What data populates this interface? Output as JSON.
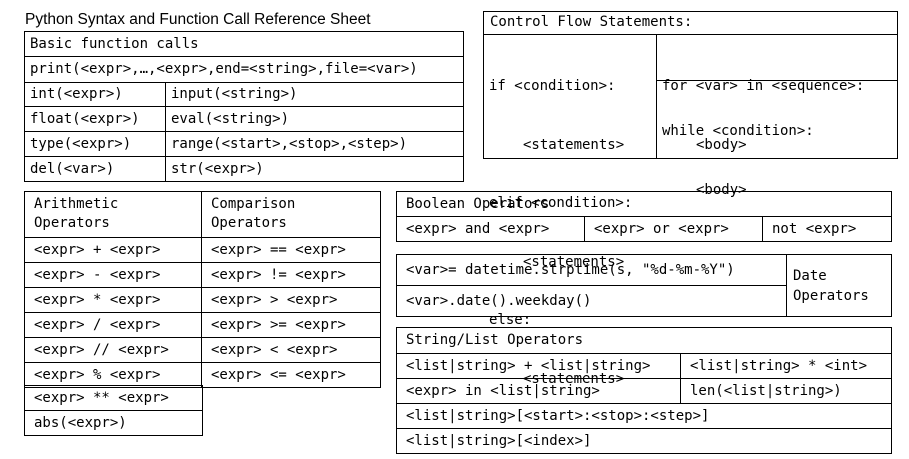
{
  "title": "Python Syntax and Function Call Reference Sheet",
  "basic": {
    "header": "Basic function calls",
    "print_row": "print(<expr>,…,<expr>,end=<string>,file=<var>)",
    "rows": [
      [
        "int(<expr>)",
        "input(<string>)"
      ],
      [
        "float(<expr>)",
        "eval(<string>)"
      ],
      [
        "type(<expr>)",
        "range(<start>,<stop>,<step>)"
      ],
      [
        "del(<var>)",
        "str(<expr>)"
      ]
    ]
  },
  "control": {
    "header": "Control Flow Statements:",
    "if_block": [
      "if <condition>:",
      "<statements>",
      "elif <condition>:",
      "<statements>",
      "else:",
      "<statements>"
    ],
    "for_block": [
      "for <var> in <sequence>:",
      "<body>"
    ],
    "while_block": [
      "while <condition>:",
      "<body>"
    ]
  },
  "arith": {
    "header_line1": "Arithmetic",
    "header_line2": "Operators",
    "items": [
      "<expr> + <expr>",
      "<expr> - <expr>",
      "<expr> * <expr>",
      "<expr> / <expr>",
      "<expr> // <expr>",
      "<expr> % <expr>",
      "<expr> ** <expr>",
      "abs(<expr>)"
    ]
  },
  "comp": {
    "header_line1": "Comparison",
    "header_line2": "Operators",
    "items": [
      "<expr> == <expr>",
      "<expr> != <expr>",
      "<expr> > <expr>",
      "<expr> >= <expr>",
      "<expr> < <expr>",
      "<expr> <= <expr>"
    ]
  },
  "boolean": {
    "header": "Boolean Operators",
    "items": [
      "<expr> and <expr>",
      "<expr> or <expr>",
      "not <expr>"
    ]
  },
  "date": {
    "rows": [
      "<var>= datetime.strptime(s, \"%d-%m-%Y\")",
      "<var>.date().weekday()"
    ],
    "label_line1": "Date",
    "label_line2": "Operators"
  },
  "strlist": {
    "header": "String/List Operators",
    "pair_rows": [
      [
        "<list|string> + <list|string>",
        "<list|string> * <int>"
      ],
      [
        "<expr> in <list|string>",
        "len(<list|string>)"
      ]
    ],
    "full_rows": [
      "<list|string>[<start>:<stop>:<step>]",
      "<list|string>[<index>]"
    ]
  }
}
